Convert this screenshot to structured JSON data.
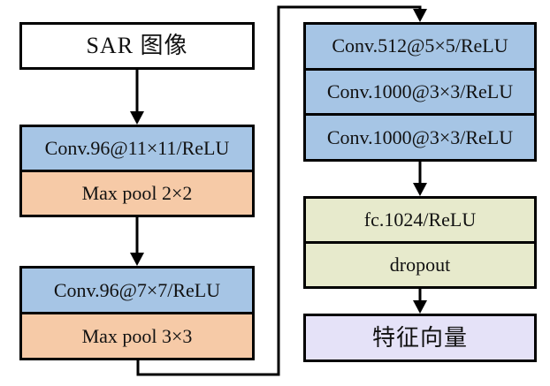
{
  "colors": {
    "conv_blue": "#A6C5E5",
    "pool_orange": "#F6CAA7",
    "fc_green": "#E7EACC",
    "feature_lavender": "#E5E2F8",
    "input_white": "#FFFFFF",
    "line_black": "#000000"
  },
  "nodes": {
    "input": {
      "label": "SAR 图像"
    },
    "conv1": {
      "label": "Conv.96@11×11/ReLU"
    },
    "pool1": {
      "label": "Max pool 2×2"
    },
    "conv2": {
      "label": "Conv.96@7×7/ReLU"
    },
    "pool2": {
      "label": "Max pool 3×3"
    },
    "conv3": {
      "label": "Conv.512@5×5/ReLU"
    },
    "conv4": {
      "label": "Conv.1000@3×3/ReLU"
    },
    "conv5": {
      "label": "Conv.1000@3×3/ReLU"
    },
    "fc1": {
      "label": "fc.1024/ReLU"
    },
    "dropout": {
      "label": "dropout"
    },
    "output": {
      "label": "特征向量"
    }
  },
  "edges": [
    {
      "from": "input",
      "to": "conv1"
    },
    {
      "from": "pool1",
      "to": "conv2"
    },
    {
      "from": "pool2",
      "to": "conv3"
    },
    {
      "from": "conv5",
      "to": "fc1"
    },
    {
      "from": "dropout",
      "to": "output"
    }
  ]
}
